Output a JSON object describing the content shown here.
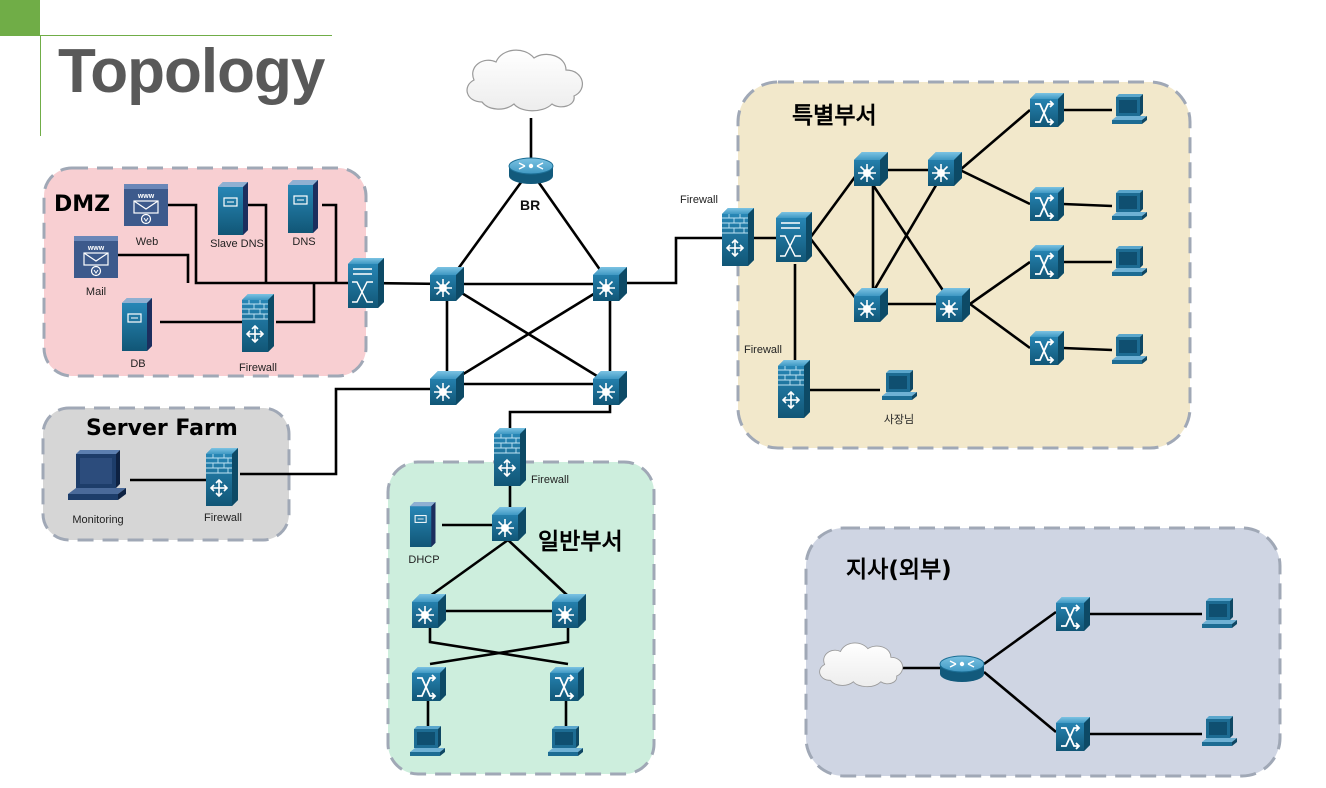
{
  "title": "Topology",
  "zones": {
    "dmz": "DMZ",
    "server_farm": "Server Farm",
    "special_dept": "특별부서",
    "general_dept": "일반부서",
    "branch": "지사(외부)"
  },
  "labels": {
    "web": "Web",
    "slave_dns": "Slave DNS",
    "dns": "DNS",
    "mail": "Mail",
    "db": "DB",
    "firewall": "Firewall",
    "br": "BR",
    "monitoring": "Monitoring",
    "dhcp": "DHCP",
    "ceo": "사장님"
  },
  "colors": {
    "device": "#1e6e96",
    "dmz_bg": "#f8cfd2",
    "server_farm_bg": "#d6d6d6",
    "special_bg": "#f2e8cb",
    "general_bg": "#cdeedd",
    "branch_bg": "#cfd5e3",
    "title_accent": "#70ad47"
  }
}
